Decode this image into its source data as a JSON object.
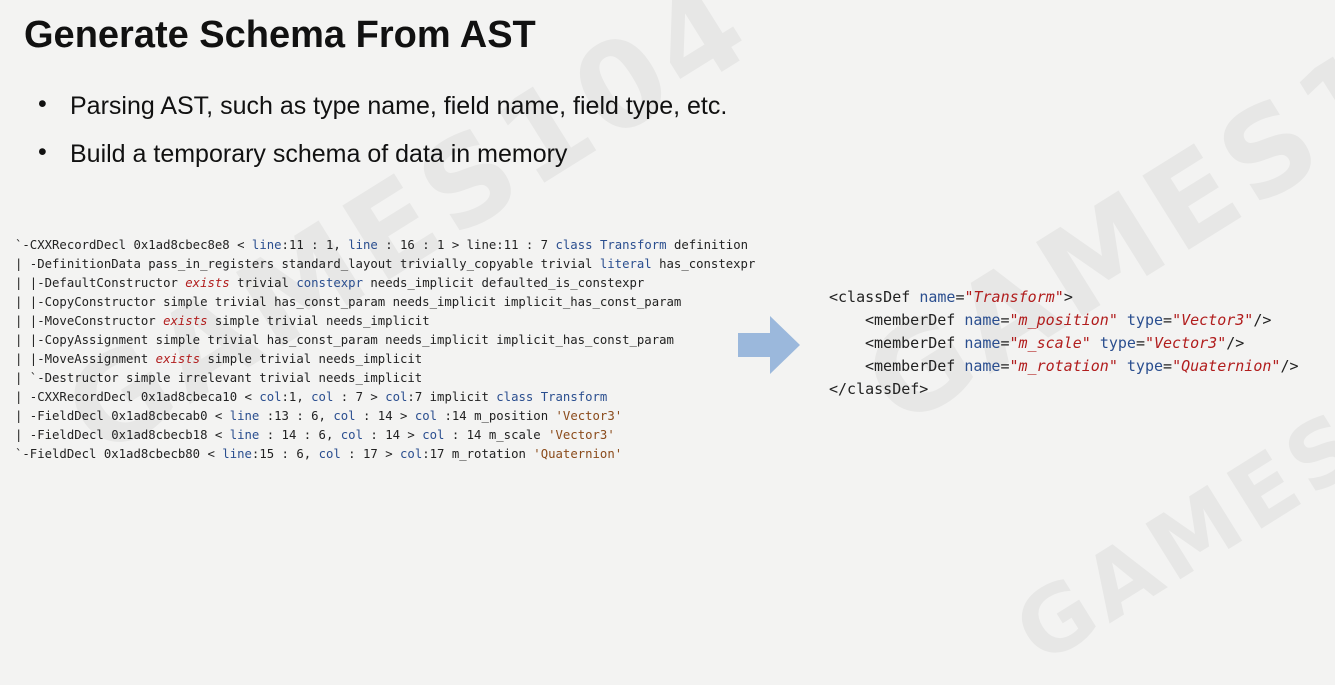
{
  "slide": {
    "title": "Generate Schema From AST",
    "bullets": [
      "Parsing AST, such as type name, field name, field type, etc.",
      "Build a temporary schema of data in memory"
    ],
    "watermark": "GAMES104"
  },
  "ast_dump": {
    "lines": [
      [
        {
          "t": "`-CXXRecordDecl 0x1ad8cbec8e8 < "
        },
        {
          "t": "line",
          "c": "kw"
        },
        {
          "t": ":11 : 1, "
        },
        {
          "t": "line",
          "c": "kw"
        },
        {
          "t": " : 16 : 1 > line:11 : 7 "
        },
        {
          "t": "class",
          "c": "kw"
        },
        {
          "t": " "
        },
        {
          "t": "Transform",
          "c": "kw"
        },
        {
          "t": " definition"
        }
      ],
      [
        {
          "t": "| -DefinitionData pass_in_registers standard_layout trivially_copyable trivial "
        },
        {
          "t": "literal",
          "c": "kw"
        },
        {
          "t": " has_constexpr"
        }
      ],
      [
        {
          "t": "| |-DefaultConstructor "
        },
        {
          "t": "exists",
          "c": "ex"
        },
        {
          "t": " trivial "
        },
        {
          "t": "constexpr",
          "c": "kw"
        },
        {
          "t": " needs_implicit defaulted_is_constexpr"
        }
      ],
      [
        {
          "t": "| |-CopyConstructor simple trivial has_const_param needs_implicit implicit_has_const_param"
        }
      ],
      [
        {
          "t": "| |-MoveConstructor "
        },
        {
          "t": "exists",
          "c": "ex"
        },
        {
          "t": " simple trivial needs_implicit"
        }
      ],
      [
        {
          "t": "| |-CopyAssignment simple trivial has_const_param needs_implicit implicit_has_const_param"
        }
      ],
      [
        {
          "t": "| |-MoveAssignment "
        },
        {
          "t": "exists",
          "c": "ex"
        },
        {
          "t": " simple trivial needs_implicit"
        }
      ],
      [
        {
          "t": "| `-Destructor simple irrelevant trivial needs_implicit"
        }
      ],
      [
        {
          "t": "| -CXXRecordDecl 0x1ad8cbeca10 < "
        },
        {
          "t": "col",
          "c": "kw"
        },
        {
          "t": ":1, "
        },
        {
          "t": "col",
          "c": "kw"
        },
        {
          "t": " : 7 > "
        },
        {
          "t": "col",
          "c": "kw"
        },
        {
          "t": ":7 implicit "
        },
        {
          "t": "class",
          "c": "kw"
        },
        {
          "t": " "
        },
        {
          "t": "Transform",
          "c": "kw"
        }
      ],
      [
        {
          "t": "| -FieldDecl 0x1ad8cbecab0 < "
        },
        {
          "t": "line",
          "c": "kw"
        },
        {
          "t": " :13 : 6, "
        },
        {
          "t": "col",
          "c": "kw"
        },
        {
          "t": " : 14 > "
        },
        {
          "t": "col",
          "c": "kw"
        },
        {
          "t": " :14 m_position "
        },
        {
          "t": "'Vector3'",
          "c": "st"
        }
      ],
      [
        {
          "t": "| -FieldDecl 0x1ad8cbecb18 < "
        },
        {
          "t": "line",
          "c": "kw"
        },
        {
          "t": " : 14 : 6, "
        },
        {
          "t": "col",
          "c": "kw"
        },
        {
          "t": " : 14 > "
        },
        {
          "t": "col",
          "c": "kw"
        },
        {
          "t": " : 14 m_scale "
        },
        {
          "t": "'Vector3'",
          "c": "st"
        }
      ],
      [
        {
          "t": "`-FieldDecl 0x1ad8cbecb80 < "
        },
        {
          "t": "line",
          "c": "kw"
        },
        {
          "t": ":15 : 6, "
        },
        {
          "t": "col",
          "c": "kw"
        },
        {
          "t": " : 17 > "
        },
        {
          "t": "col",
          "c": "kw"
        },
        {
          "t": ":17 m_rotation "
        },
        {
          "t": "'Quaternion'",
          "c": "st"
        }
      ]
    ]
  },
  "xml_schema": {
    "lines": [
      [
        {
          "t": "<classDef "
        },
        {
          "t": "name",
          "c": "an"
        },
        {
          "t": "="
        },
        {
          "t": "\"Transform\"",
          "c": "av"
        },
        {
          "t": ">"
        }
      ],
      [
        {
          "t": "<memberDef "
        },
        {
          "t": "name",
          "c": "an"
        },
        {
          "t": "="
        },
        {
          "t": "\"m_position\"",
          "c": "av"
        },
        {
          "t": " "
        },
        {
          "t": "type",
          "c": "an"
        },
        {
          "t": "="
        },
        {
          "t": "\"Vector3\"",
          "c": "av"
        },
        {
          "t": "/>"
        }
      ],
      [
        {
          "t": "<memberDef "
        },
        {
          "t": "name",
          "c": "an"
        },
        {
          "t": "="
        },
        {
          "t": "\"m_scale\"",
          "c": "av"
        },
        {
          "t": " "
        },
        {
          "t": "type",
          "c": "an"
        },
        {
          "t": "="
        },
        {
          "t": "\"Vector3\"",
          "c": "av"
        },
        {
          "t": "/>"
        }
      ],
      [
        {
          "t": "<memberDef "
        },
        {
          "t": "name",
          "c": "an"
        },
        {
          "t": "="
        },
        {
          "t": "\"m_rotation\"",
          "c": "av"
        },
        {
          "t": " "
        },
        {
          "t": "type",
          "c": "an"
        },
        {
          "t": "="
        },
        {
          "t": "\"Quaternion\"",
          "c": "av"
        },
        {
          "t": "/>"
        }
      ],
      [
        {
          "t": "</classDef>"
        }
      ]
    ]
  },
  "arrow": {
    "icon": "arrow-right-icon",
    "color": "#9bb8dc"
  },
  "colors": {
    "keyword": "#2a4e8f",
    "exists": "#b11d1d",
    "string": "#8a4a1a",
    "attr_value": "#b11d1d"
  }
}
